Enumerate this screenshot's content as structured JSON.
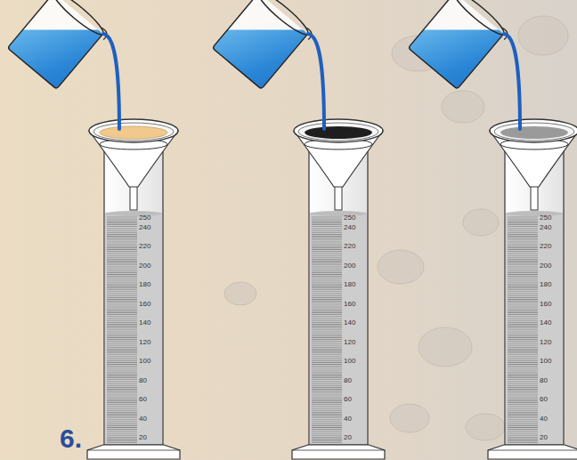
{
  "diagram": {
    "labels": [
      "250",
      "240",
      "220",
      "200",
      "180",
      "160",
      "140",
      "120",
      "100",
      "80",
      "60",
      "40",
      "20",
      "250",
      "240",
      "220",
      "200",
      "180",
      "160",
      "140",
      "120",
      "100",
      "80",
      "60",
      "40",
      "20",
      "250",
      "240",
      "220",
      "200",
      "180",
      "160",
      "140",
      "120",
      "100",
      "80",
      "60",
      "40",
      "20",
      "6."
    ]
  }
}
